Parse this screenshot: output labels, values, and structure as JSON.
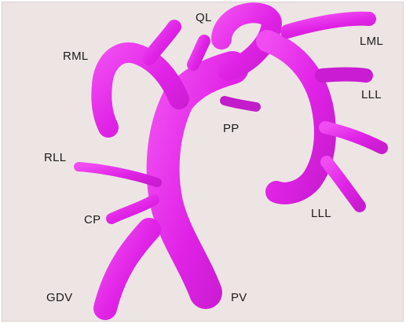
{
  "colors": {
    "background": "#ede5e3",
    "vessel": "#e022e6",
    "vessel_shadow": "#b21ab8",
    "label": "#1b1b1b"
  },
  "labels": {
    "ql": "QL",
    "rml": "RML",
    "lml": "LML",
    "lll_upper": "LLL",
    "pp": "PP",
    "rll": "RLL",
    "cp": "CP",
    "lll_lower": "LLL",
    "gdv": "GDV",
    "pv": "PV"
  }
}
